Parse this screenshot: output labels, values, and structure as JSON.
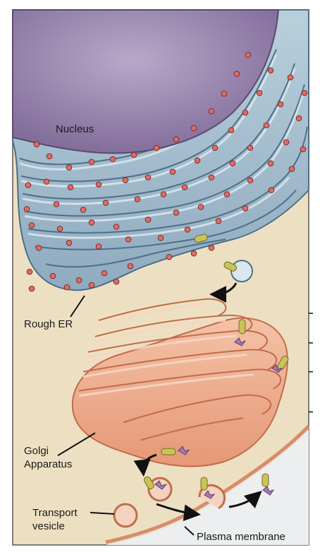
{
  "labels": {
    "nucleus": "Nucleus",
    "rough_er": "Rough ER",
    "golgi_line1": "Golgi",
    "golgi_line2": "Apparatus",
    "vesicle_line1": "Transport",
    "vesicle_line2": "vesicle",
    "plasma_membrane": "Plasma membrane"
  },
  "colors": {
    "cytoplasm": "#ede0c2",
    "nucleus": "#8e7aa6",
    "er_fill": "#a9c1d1",
    "er_stroke": "#4d6f88",
    "er_lumen": "#dbe7ee",
    "ribosome": "#e06b65",
    "golgi_fill": "#eeac8c",
    "golgi_stroke": "#c26b4b",
    "protein": "#c9c45a",
    "carbohydrate": "#a57ab5",
    "extracellular": "#eceeef"
  }
}
